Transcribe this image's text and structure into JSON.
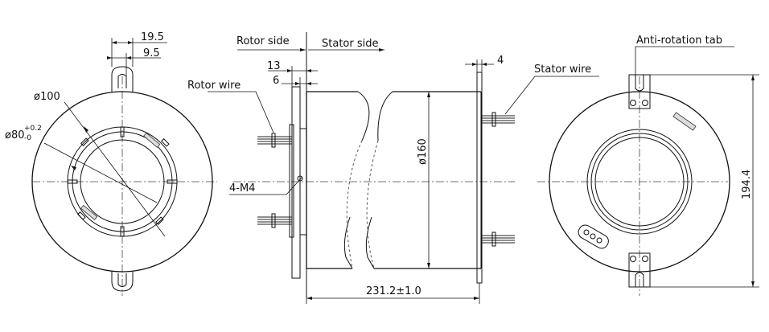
{
  "labels": {
    "dim_19_5": "19.5",
    "dim_9_5": "9.5",
    "dim_100": "ø100",
    "dim_80_main": "ø80",
    "dim_80_upper": "+0.2",
    "dim_80_lower": "-0",
    "rotor_side": "Rotor side",
    "stator_side": "Stator side",
    "dim_13": "13",
    "dim_6": "6",
    "rotor_wire": "Rotor wire",
    "dim_4_m4": "4-M4",
    "dim_160": "ø160",
    "dim_231": "231.2±1.0",
    "dim_4": "4",
    "stator_wire": "Stator wire",
    "anti_rotation_tab": "Anti-rotation tab",
    "dim_194": "194.4"
  },
  "colors": {
    "line": "#111111",
    "background": "#ffffff"
  }
}
